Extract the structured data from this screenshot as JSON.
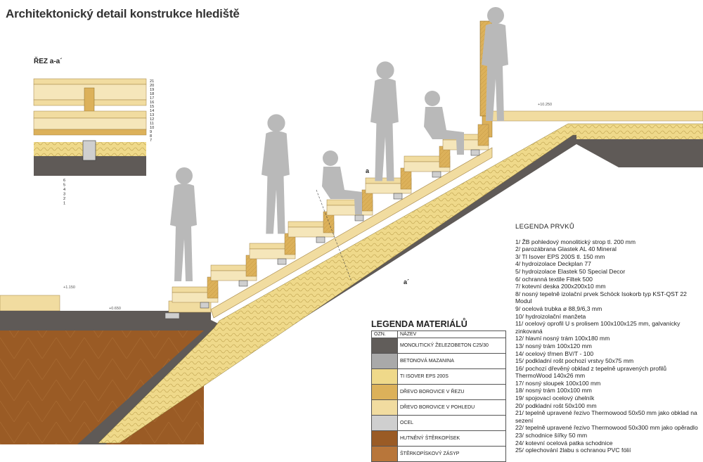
{
  "title": "Architektonický detail konstrukce hlediště",
  "section_label": "ŘEZ a-a´",
  "section_marks": [
    "a",
    "a´"
  ],
  "levels": [
    "+1.150",
    "+0.650",
    "+10.250"
  ],
  "element_legend": {
    "title": "LEGENDA PRVKŮ",
    "items": [
      "1/ ŽB pohledový monolitický strop tl. 200 mm",
      "2/ parozábrana Glastek AL 40 Mineral",
      "3/ TI Isover EPS 200S tl. 150 mm",
      "4/ hydroizolace Deckplan 77",
      "5/ hydroizolace Elastek 50 Special Decor",
      "6/ ochranná textile Filtek 500",
      "7/ kotevní deska 200x200x10 mm",
      "8/ nosný tepelně izolační prvek Schöck Isokorb typ KST-QST 22 Modul",
      "9/ ocelová trubka ø 88,9/6,3 mm",
      "10/ hydroizolační manžeta",
      "11/ ocelový oprofil U s prolisem 100x100x125 mm, galvanicky zinkovaná",
      "12/ hlavní nosný trám 100x180 mm",
      "13/ nosný trám 100x120 mm",
      "14/ ocelový třmen BV/T - 100",
      "15/ podkladní rošt pochozí vrstvy 50x75 mm",
      "16/ pochozí dřevěný obklad z tepelně upravených profilů ThermoWood 140x26 mm",
      "17/ nosný sloupek 100x100 mm",
      "18/ nosný trám 100x100 mm",
      "19/ spojovací ocelový úhelník",
      "20/ podkladní rošt 50x100 mm",
      "21/ tepelně upravené řezivo Thermowood 50x50 mm jako obklad na sezení",
      "22/ tepelně upravené řezivo Thermowood 50x300 mm jako opěradlo",
      "23/ schodnice šířky 50 mm",
      "24/ kotevní ocelová patka schodnice",
      "25/ oplechování žlabu s ochranou PVC fólií"
    ]
  },
  "material_legend": {
    "title": "LEGENDA MATERIÁLŮ",
    "col_code": "OZN.",
    "col_name": "NÁZEV",
    "rows": [
      {
        "name": "MONOLITICKÝ ŽELEZOBETON C25/30",
        "color": "#615d5a"
      },
      {
        "name": "BETONOVÁ MAZANINA",
        "color": "#a9a9a9"
      },
      {
        "name": "TI ISOVER EPS 200S",
        "color": "#efd98a"
      },
      {
        "name": "DŘEVO BOROVICE V ŘEZU",
        "color": "#dcb15a"
      },
      {
        "name": "DŘEVO BOROVICE V POHLEDU",
        "color": "#f1dca0"
      },
      {
        "name": "OCEL",
        "color": "#cfcfcf"
      },
      {
        "name": "HUTNĚNÝ ŠTĚRKOPÍSEK",
        "color": "#9a5b25"
      },
      {
        "name": "ŠTĚRKOPÍSKOVÝ ZÁSYP",
        "color": "#b8763a"
      }
    ]
  },
  "section_numbers": [
    "21",
    "20",
    "19",
    "18",
    "17",
    "16",
    "15",
    "14",
    "13",
    "12",
    "11",
    "10",
    "9",
    "8",
    "7",
    "6",
    "5",
    "4",
    "3",
    "2",
    "1"
  ],
  "colors": {
    "concrete": "#5f5a57",
    "insulation": "#efd98a",
    "wood_cut": "#dcb15a",
    "wood_view": "#f1dca0",
    "gravel": "#9a5b25",
    "figure": "#b9b9b9"
  }
}
